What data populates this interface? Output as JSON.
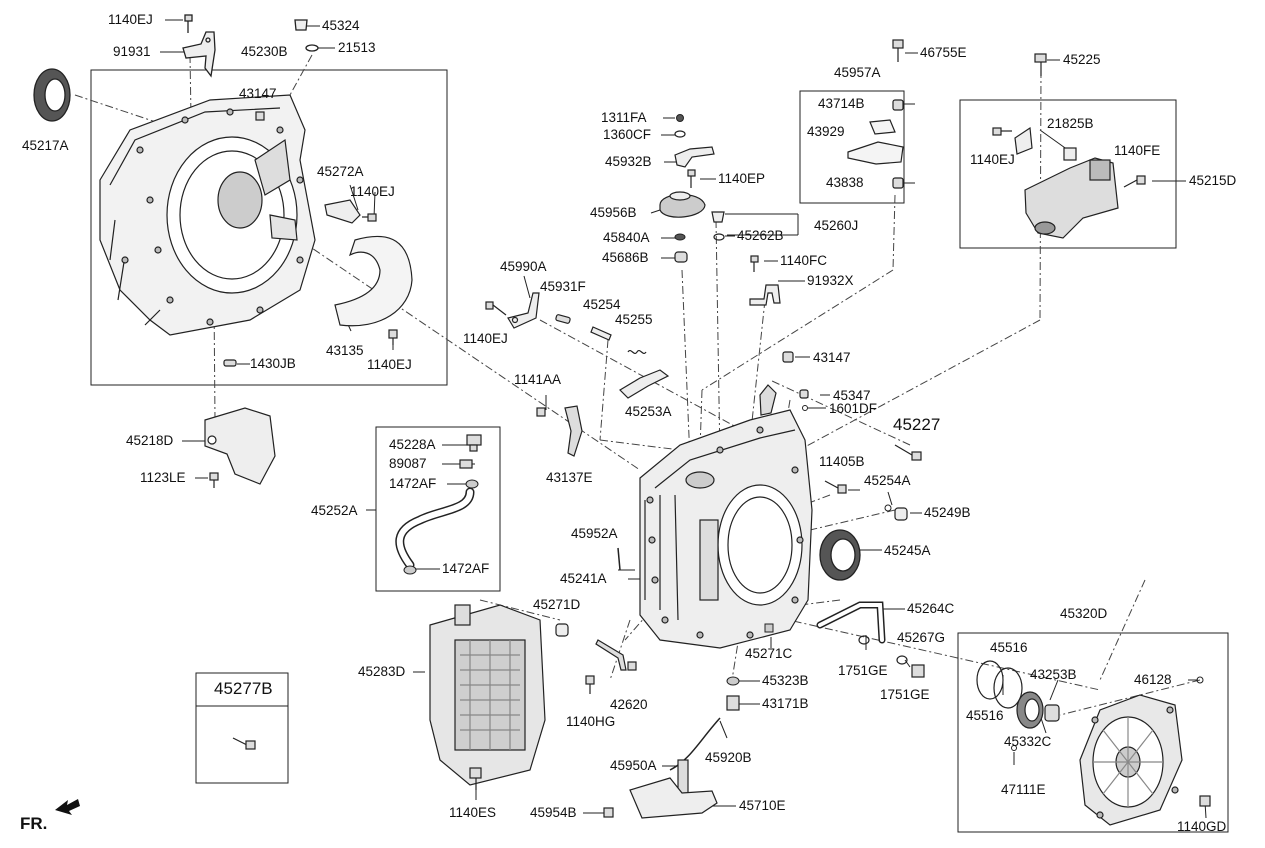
{
  "labels": {
    "l1140EJ_a": "1140EJ",
    "l45324": "45324",
    "l21513": "21513",
    "l91931": "91931",
    "l45230B": "45230B",
    "l45217A": "45217A",
    "l43147_a": "43147",
    "l45272A": "45272A",
    "l1140EJ_b": "1140EJ",
    "l43135": "43135",
    "l1140EJ_c": "1140EJ",
    "l1430JB": "1430JB",
    "l45218D": "45218D",
    "l1123LE": "1123LE",
    "l1311FA": "1311FA",
    "l1360CF": "1360CF",
    "l45932B": "45932B",
    "l1140EP": "1140EP",
    "l45956B": "45956B",
    "l45840A": "45840A",
    "l45262B": "45262B",
    "l45260J": "45260J",
    "l45686B": "45686B",
    "l1140FC": "1140FC",
    "l91932X": "91932X",
    "l46755E": "46755E",
    "l45957A": "45957A",
    "l43714B": "43714B",
    "l43929": "43929",
    "l43838": "43838",
    "l45225": "45225",
    "l21825B": "21825B",
    "l1140EJ_d": "1140EJ",
    "l1140FE": "1140FE",
    "l45215D": "45215D",
    "l45990A": "45990A",
    "l45931F": "45931F",
    "l45254": "45254",
    "l45255": "45255",
    "l1140EJ_e": "1140EJ",
    "l43147_b": "43147",
    "l1141AA": "1141AA",
    "l45347": "45347",
    "l1601DF": "1601DF",
    "l45253A": "45253A",
    "l45227": "45227",
    "l43137E": "43137E",
    "l11405B": "11405B",
    "l45254A": "45254A",
    "l45249B": "45249B",
    "l45228A": "45228A",
    "l89087": "89087",
    "l1472AF_a": "1472AF",
    "l45252A": "45252A",
    "l1472AF_b": "1472AF",
    "l45952A": "45952A",
    "l45241A": "45241A",
    "l45245A": "45245A",
    "l45271D": "45271D",
    "l45264C": "45264C",
    "l45267G": "45267G",
    "l45271C": "45271C",
    "l1751GE_a": "1751GE",
    "l1751GE_b": "1751GE",
    "l45283D": "45283D",
    "l42620": "42620",
    "l1140HG": "1140HG",
    "l45323B": "45323B",
    "l43171B": "43171B",
    "l45920B": "45920B",
    "l45950A": "45950A",
    "l45954B": "45954B",
    "l45710E": "45710E",
    "l1140ES": "1140ES",
    "l45277B": "45277B",
    "l45320D": "45320D",
    "l45516_a": "45516",
    "l45516_b": "45516",
    "l43253B": "43253B",
    "l46128": "46128",
    "l45332C": "45332C",
    "l47111E": "47111E",
    "l1140GD": "1140GD",
    "fr": "FR."
  }
}
